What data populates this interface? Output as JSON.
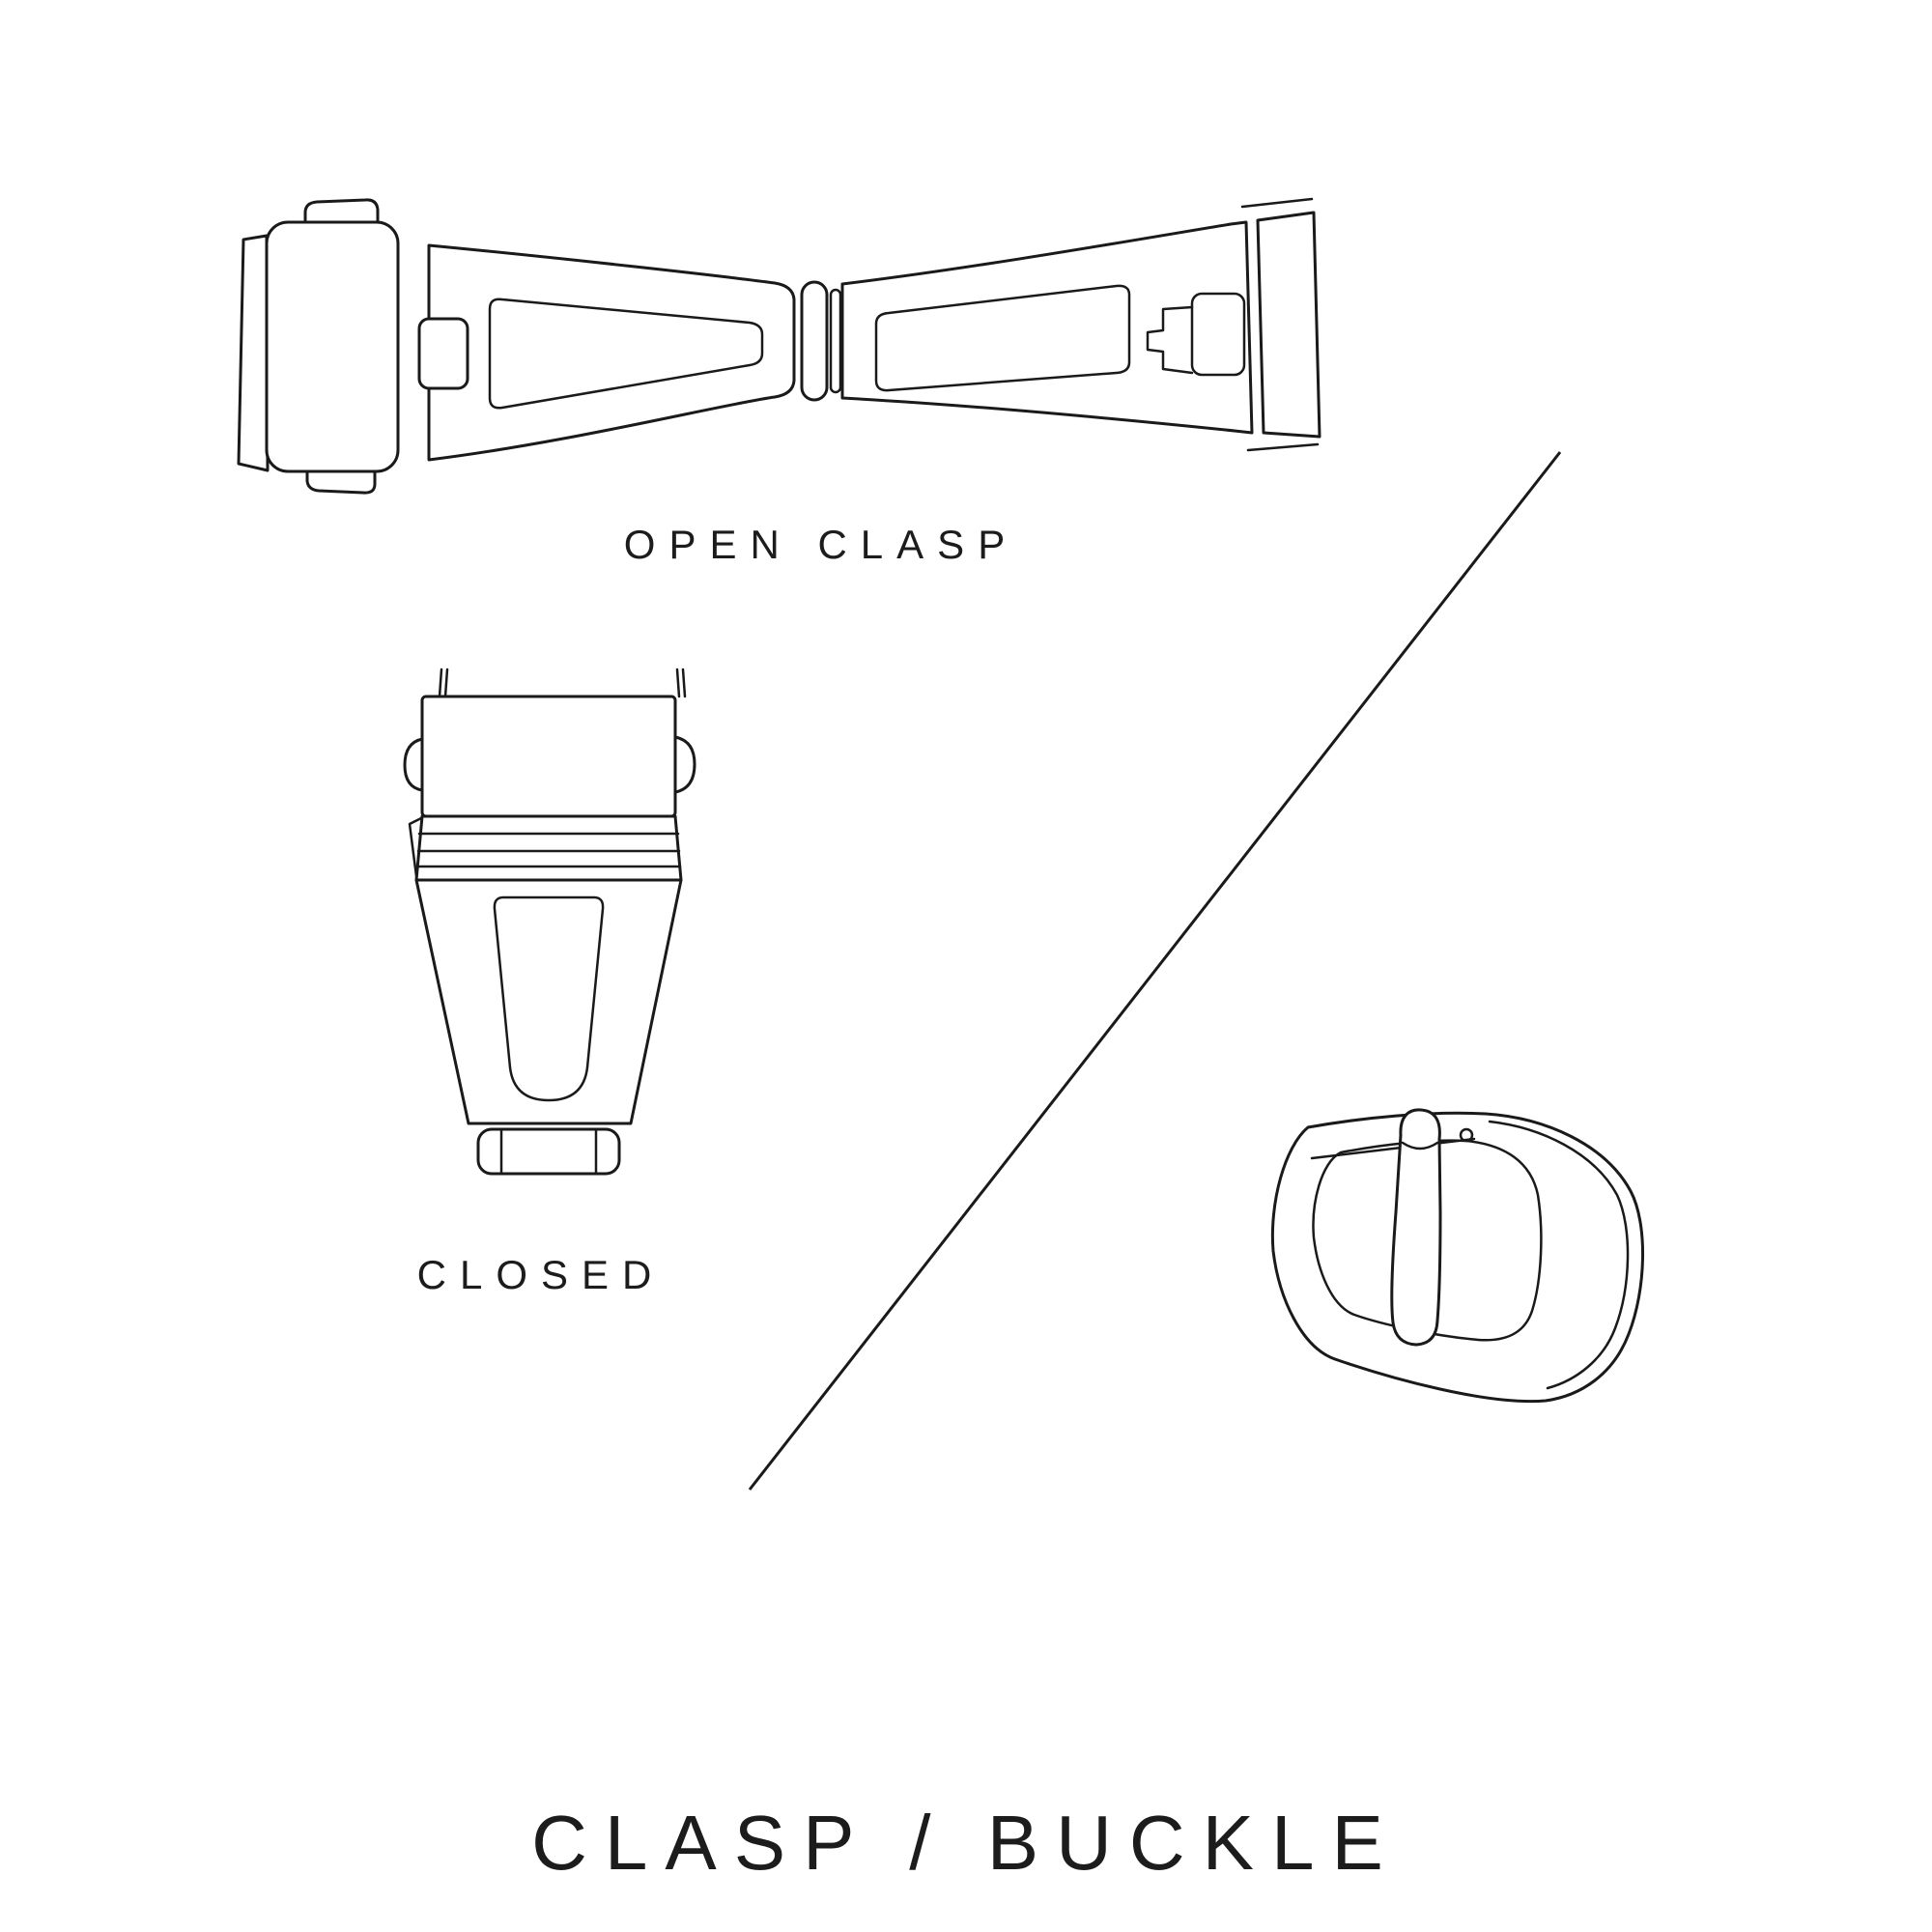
{
  "page": {
    "background_color": "#ffffff",
    "line_color": "#1a1a1a",
    "text_color": "#1c1c1c",
    "title": "CLASP / BUCKLE"
  },
  "figures": {
    "open_clasp": {
      "label": "OPEN CLASP",
      "illustration": "deployant-clasp-open-top-view"
    },
    "closed_clasp": {
      "label": "CLOSED",
      "illustration": "deployant-clasp-closed-top-view"
    },
    "buckle": {
      "illustration": "tang-buckle-perspective-view"
    },
    "divider": {
      "illustration": "diagonal-divider-line"
    }
  }
}
